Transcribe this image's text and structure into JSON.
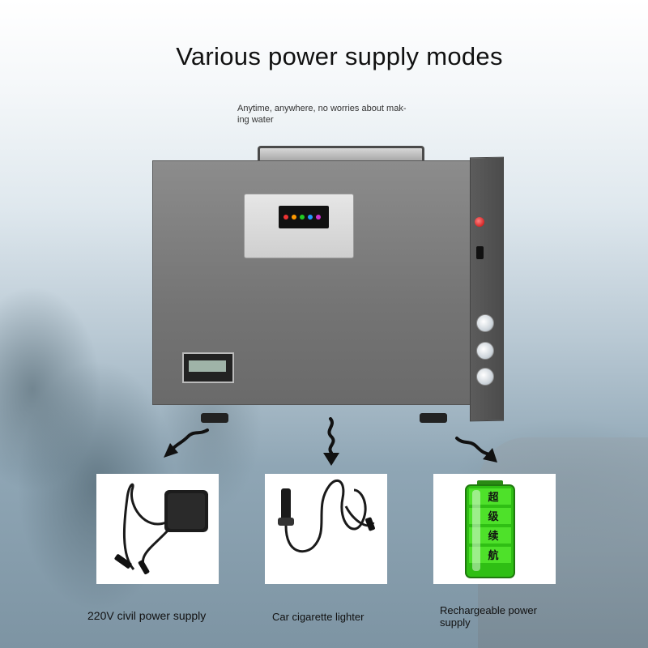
{
  "header": {
    "title": "Various power supply modes",
    "subtitle": "Anytime, anywhere, no worries about mak-\ning water"
  },
  "machine": {
    "handle": "carry-handle",
    "panel_icon": "display-panel-icon",
    "lcd_icon": "lcd-meter-icon"
  },
  "modes": [
    {
      "label": "220V civil power supply",
      "icon": "power-adapter-icon"
    },
    {
      "label": "Car cigarette lighter",
      "icon": "car-charger-icon"
    },
    {
      "label": "Rechargeable power\nsupply",
      "icon": "battery-icon",
      "battery_text": [
        "超",
        "级",
        "续",
        "航"
      ]
    }
  ],
  "colors": {
    "battery_green": "#3ecf1e",
    "power_button": "#d11414",
    "arrow": "#111111"
  }
}
